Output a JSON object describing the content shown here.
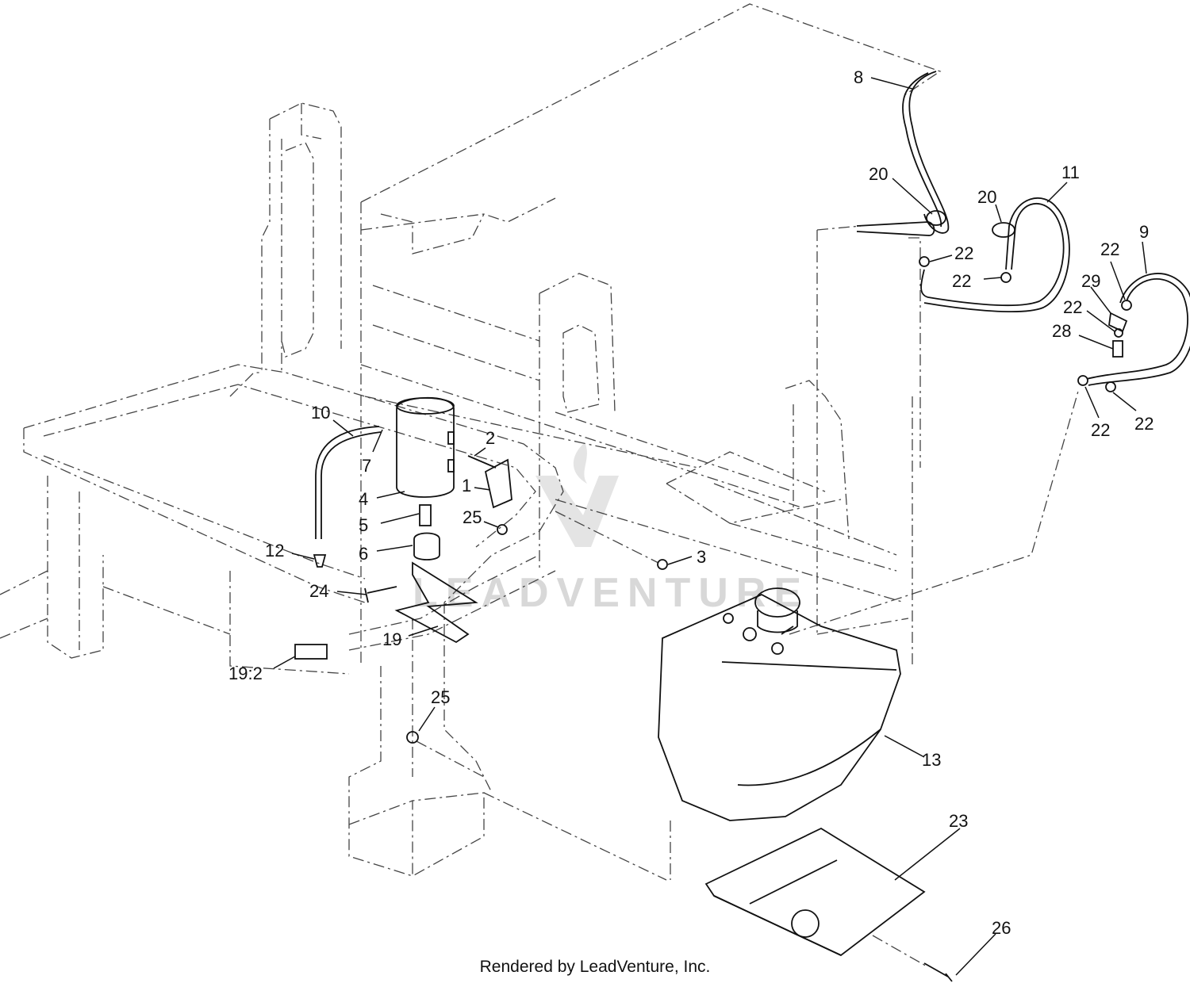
{
  "callouts": [
    {
      "id": "c-8",
      "label": "8"
    },
    {
      "id": "c-20a",
      "label": "20"
    },
    {
      "id": "c-20b",
      "label": "20"
    },
    {
      "id": "c-11",
      "label": "11"
    },
    {
      "id": "c-9",
      "label": "9"
    },
    {
      "id": "c-22a",
      "label": "22"
    },
    {
      "id": "c-22b",
      "label": "22"
    },
    {
      "id": "c-22c",
      "label": "22"
    },
    {
      "id": "c-22d",
      "label": "22"
    },
    {
      "id": "c-22e",
      "label": "22"
    },
    {
      "id": "c-22f",
      "label": "22"
    },
    {
      "id": "c-29",
      "label": "29"
    },
    {
      "id": "c-28",
      "label": "28"
    },
    {
      "id": "c-10",
      "label": "10"
    },
    {
      "id": "c-7",
      "label": "7"
    },
    {
      "id": "c-2",
      "label": "2"
    },
    {
      "id": "c-1",
      "label": "1"
    },
    {
      "id": "c-4",
      "label": "4"
    },
    {
      "id": "c-5",
      "label": "5"
    },
    {
      "id": "c-25a",
      "label": "25"
    },
    {
      "id": "c-6",
      "label": "6"
    },
    {
      "id": "c-12",
      "label": "12"
    },
    {
      "id": "c-3",
      "label": "3"
    },
    {
      "id": "c-24",
      "label": "24"
    },
    {
      "id": "c-19",
      "label": "19"
    },
    {
      "id": "c-19-2",
      "label": "19:2"
    },
    {
      "id": "c-25b",
      "label": "25"
    },
    {
      "id": "c-13",
      "label": "13"
    },
    {
      "id": "c-23",
      "label": "23"
    },
    {
      "id": "c-26",
      "label": "26"
    }
  ],
  "watermark": "LEADVENTURE",
  "footer": "Rendered by LeadVenture, Inc."
}
